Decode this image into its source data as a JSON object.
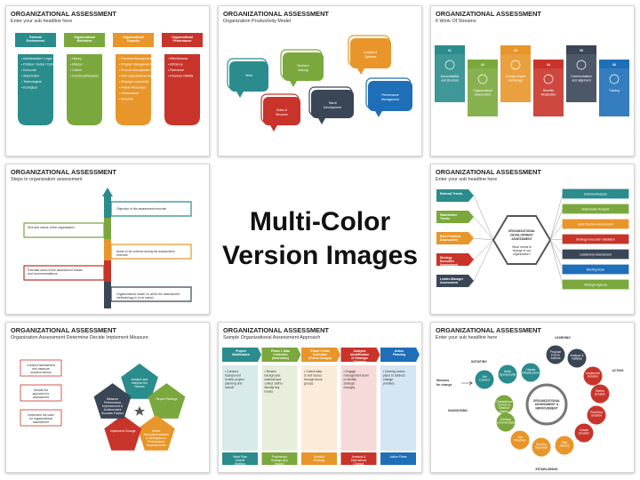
{
  "center": {
    "line1": "Multi-Color",
    "line2": "Version Images"
  },
  "slides": [
    {
      "title": "ORGANIZATIONAL ASSESSMENT",
      "sub": "Enter your sub headline here",
      "columns": [
        {
          "head": "External Environment",
          "color": "#2a8c8c",
          "items": [
            "Administrative / Legal",
            "Political / Social / Cultural",
            "Economic",
            "Stakeholder",
            "Technological",
            "Ecological"
          ]
        },
        {
          "head": "Organizational Motivation",
          "color": "#7aa83c",
          "items": [
            "History",
            "Mission",
            "Culture",
            "Incentives/Rewards"
          ]
        },
        {
          "head": "Organizational Capacity",
          "color": "#e8962a",
          "items": [
            "Financial Management",
            "Program Management",
            "Process Management",
            "Inter-organizational linkages",
            "Strategic Leadership",
            "Human Resources",
            "Infrastructure",
            "Structure"
          ]
        },
        {
          "head": "Organizational Performance",
          "color": "#c8342a",
          "items": [
            "Effectiveness",
            "Efficiency",
            "Relevance",
            "Financial Viability"
          ]
        }
      ]
    },
    {
      "title": "ORGANIZATIONAL ASSESSMENT",
      "sub": "Organization Productivity Model",
      "bubbles": [
        "Work",
        "Decision Making",
        "Insights & Systems",
        "Roles & Structure",
        "Talent Development",
        "Performance Management"
      ],
      "colors": [
        "#2a8c8c",
        "#7aa83c",
        "#e8962a",
        "#c8342a",
        "#3a4656",
        "#1e6fb8"
      ]
    },
    {
      "title": "ORGANIZATIONAL ASSESSMENT",
      "sub": "6 Work Of Streams",
      "streams": [
        {
          "num": "01",
          "label": "Accountability and structure",
          "color": "#2a8c8c"
        },
        {
          "num": "02",
          "label": "Organizational Assessment",
          "color": "#7aa83c"
        },
        {
          "num": "03",
          "label": "Change impact and design",
          "color": "#e8962a"
        },
        {
          "num": "04",
          "label": "Benefits Realization",
          "color": "#c8342a"
        },
        {
          "num": "05",
          "label": "Communication and alignment",
          "color": "#3a4656"
        },
        {
          "num": "06",
          "label": "Training",
          "color": "#1e6fb8"
        }
      ]
    },
    {
      "title": "ORGANIZATIONAL ASSESSMENT",
      "sub": "Steps in organization assessment",
      "steps": [
        "Objective of the assessment exercise",
        "Size and nature of the organization",
        "Areas to be covered during the assessment exercise",
        "Potential users of the assessment results and recommendations",
        "Organizational model on which the assessment methodology is to be based"
      ]
    },
    {
      "title": "ORGANIZATIONAL ASSESSMENT",
      "sub": "Enter your sub headline here",
      "center_title": "ORGANIZATIONAL DEVELOPMENT ASSESSMENT",
      "center_q": "What needs to change in our organization?",
      "left": [
        "External Trends",
        "Stakeholder Trends",
        "Best Practices Assessment",
        "Strategy Execution Assessment",
        "Leader-Manager Assessment"
      ],
      "right": [
        "External Analysis",
        "Stakeholder Analysis",
        "Best Practice Assessment",
        "Strategy Execution Validation",
        "Leadership Assessment",
        "Briefing Book",
        "Strategic Agenda"
      ]
    },
    {
      "title": "ORGANIZATIONAL ASSESSMENT",
      "sub": "Organization Assessment Determine Decide Implement Measure",
      "boxes": [
        "Conduct assessment and measure success factors",
        "Decide the approach for assessment",
        "Determine the case for organizational assessment"
      ],
      "pentas": [
        "Analyze and interpret the Results",
        "Report Findings",
        "Define Recommendations & Strategies for Performance Improvements",
        "Implement Change",
        "Measure Performance Improvement & Achievement Success Factors"
      ]
    },
    {
      "title": "ORGANIZATIONAL ASSESSMENT",
      "sub": "Sample Organizational Assessment Approach",
      "phases": [
        {
          "head": "Project Mobilization",
          "color": "#2a8c8c",
          "items": [
            "Conduct background review, project planning and kickoff"
          ],
          "foot": "Work Plan Kickoff Briefing"
        },
        {
          "head": "Phase 1 Data Collection (Interviews)",
          "color": "#7aa83c",
          "items": [
            "Review background material and collect staff to identify key issues"
          ],
          "foot": "Preliminary findings (top issues)"
        },
        {
          "head": "Phase 2 Data Collection (Focus Groups)",
          "color": "#e8962a",
          "items": [
            "Collect data to test issues through focus groups"
          ],
          "foot": "Detailed Findings"
        },
        {
          "head": "Analysis Identification of Strategic Changes",
          "color": "#c8342a",
          "items": [
            "Engage management team to identify strategic changes"
          ],
          "foot": "Analysis & Alternatives Change Priorities"
        },
        {
          "head": "Action Planning",
          "color": "#1e6fb8",
          "items": [
            "Develop action plans to address change priorities"
          ],
          "foot": "Action Plans"
        }
      ]
    },
    {
      "title": "ORGANIZATIONAL ASSESSMENT",
      "sub": "Enter your sub headline here",
      "hub": "ORGANIZATIONAL ASSESSMENT & IMPROVEMENT",
      "stages": [
        "INITIATING",
        "LEARNING",
        "ACTING",
        "ESTABLISHING",
        "DIAGNOSING"
      ],
      "stimulus": "Stimulus for change",
      "nodes": [
        "Set Context",
        "Build Sponsorship",
        "Charter Infrastructure",
        "Characterize Current & Desired States",
        "Develop Recommendations",
        "Set Priorities",
        "Develop Approach",
        "Plan Actions",
        "Create Solution",
        "Pilot/Test Solution",
        "Refine Solution",
        "Implement Solution",
        "Analyze & Validate",
        "Propose Future Actions"
      ]
    }
  ]
}
